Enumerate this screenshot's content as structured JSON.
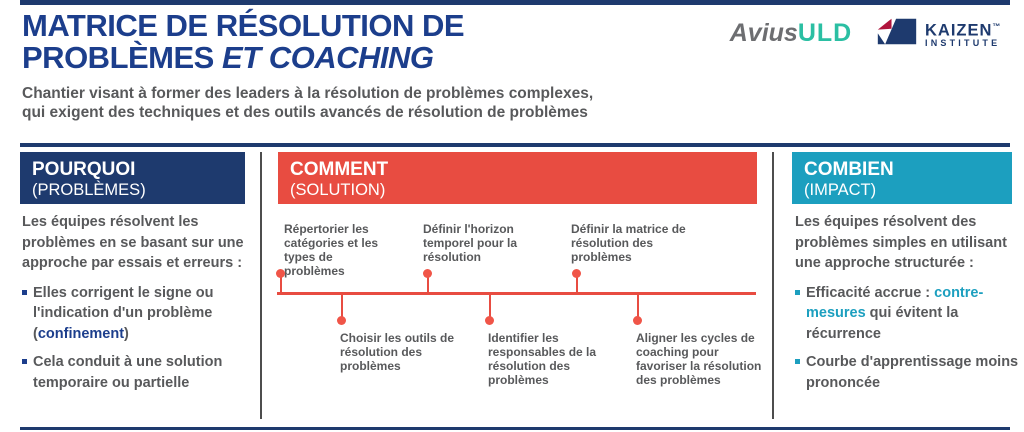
{
  "colors": {
    "navy": "#1E3A6E",
    "title_blue": "#1C3E8C",
    "red": "#E84C41",
    "dot_red": "#F05548",
    "teal": "#1C9FBF",
    "body_gray": "#58595B",
    "avius_gray": "#6D6E71",
    "avius_teal": "#2BBFA3",
    "kaizen_crimson": "#B0143C"
  },
  "header": {
    "title_line1": "MATRICE DE RÉSOLUTION DE",
    "title_line2_normal": "PROBLÈMES ",
    "title_line2_italic": "ET COACHING",
    "subtitle_line1": "Chantier visant à former des leaders à la résolution de problèmes complexes,",
    "subtitle_line2": "qui exigent des techniques et des outils avancés de résolution de problèmes"
  },
  "logos": {
    "avius": {
      "part1": "Avius",
      "part2": "ULD"
    },
    "kaizen": {
      "name": "KAIZEN",
      "tm": "™",
      "subname": "INSTITUTE"
    }
  },
  "columns": {
    "why": {
      "title": "POURQUOI",
      "subtitle": "(PROBLÈMES)",
      "intro": "Les équipes résolvent les problèmes en se basant sur une approche par essais et erreurs :",
      "bullets": [
        {
          "lead": "Elles corrigent le signe ou l'indication d'un problème (",
          "highlight": "confinement",
          "tail": ")"
        },
        {
          "lead": "Cela conduit à une solution temporaire ou partielle",
          "highlight": "",
          "tail": ""
        }
      ]
    },
    "how": {
      "title": "COMMENT",
      "subtitle": "(SOLUTION)",
      "timeline": {
        "top": [
          "Répertorier les catégories et les types de problèmes",
          "Définir l'horizon temporel pour la résolution",
          "Définir la matrice de résolution des problèmes"
        ],
        "bottom": [
          "Choisir les outils de résolution des problèmes",
          "Identifier les responsables de la résolution des problèmes",
          "Aligner les cycles de coaching pour favoriser la résolution des problèmes"
        ]
      }
    },
    "impact": {
      "title": "COMBIEN",
      "subtitle": "(IMPACT)",
      "intro": "Les équipes résolvent des problèmes simples en utilisant une approche structurée :",
      "bullets": [
        {
          "lead": "Efficacité accrue : ",
          "highlight": "contre-mesures",
          "tail": " qui évitent la récurrence"
        },
        {
          "lead": "Courbe d'apprentissage moins prononcée",
          "highlight": "",
          "tail": ""
        }
      ]
    }
  }
}
